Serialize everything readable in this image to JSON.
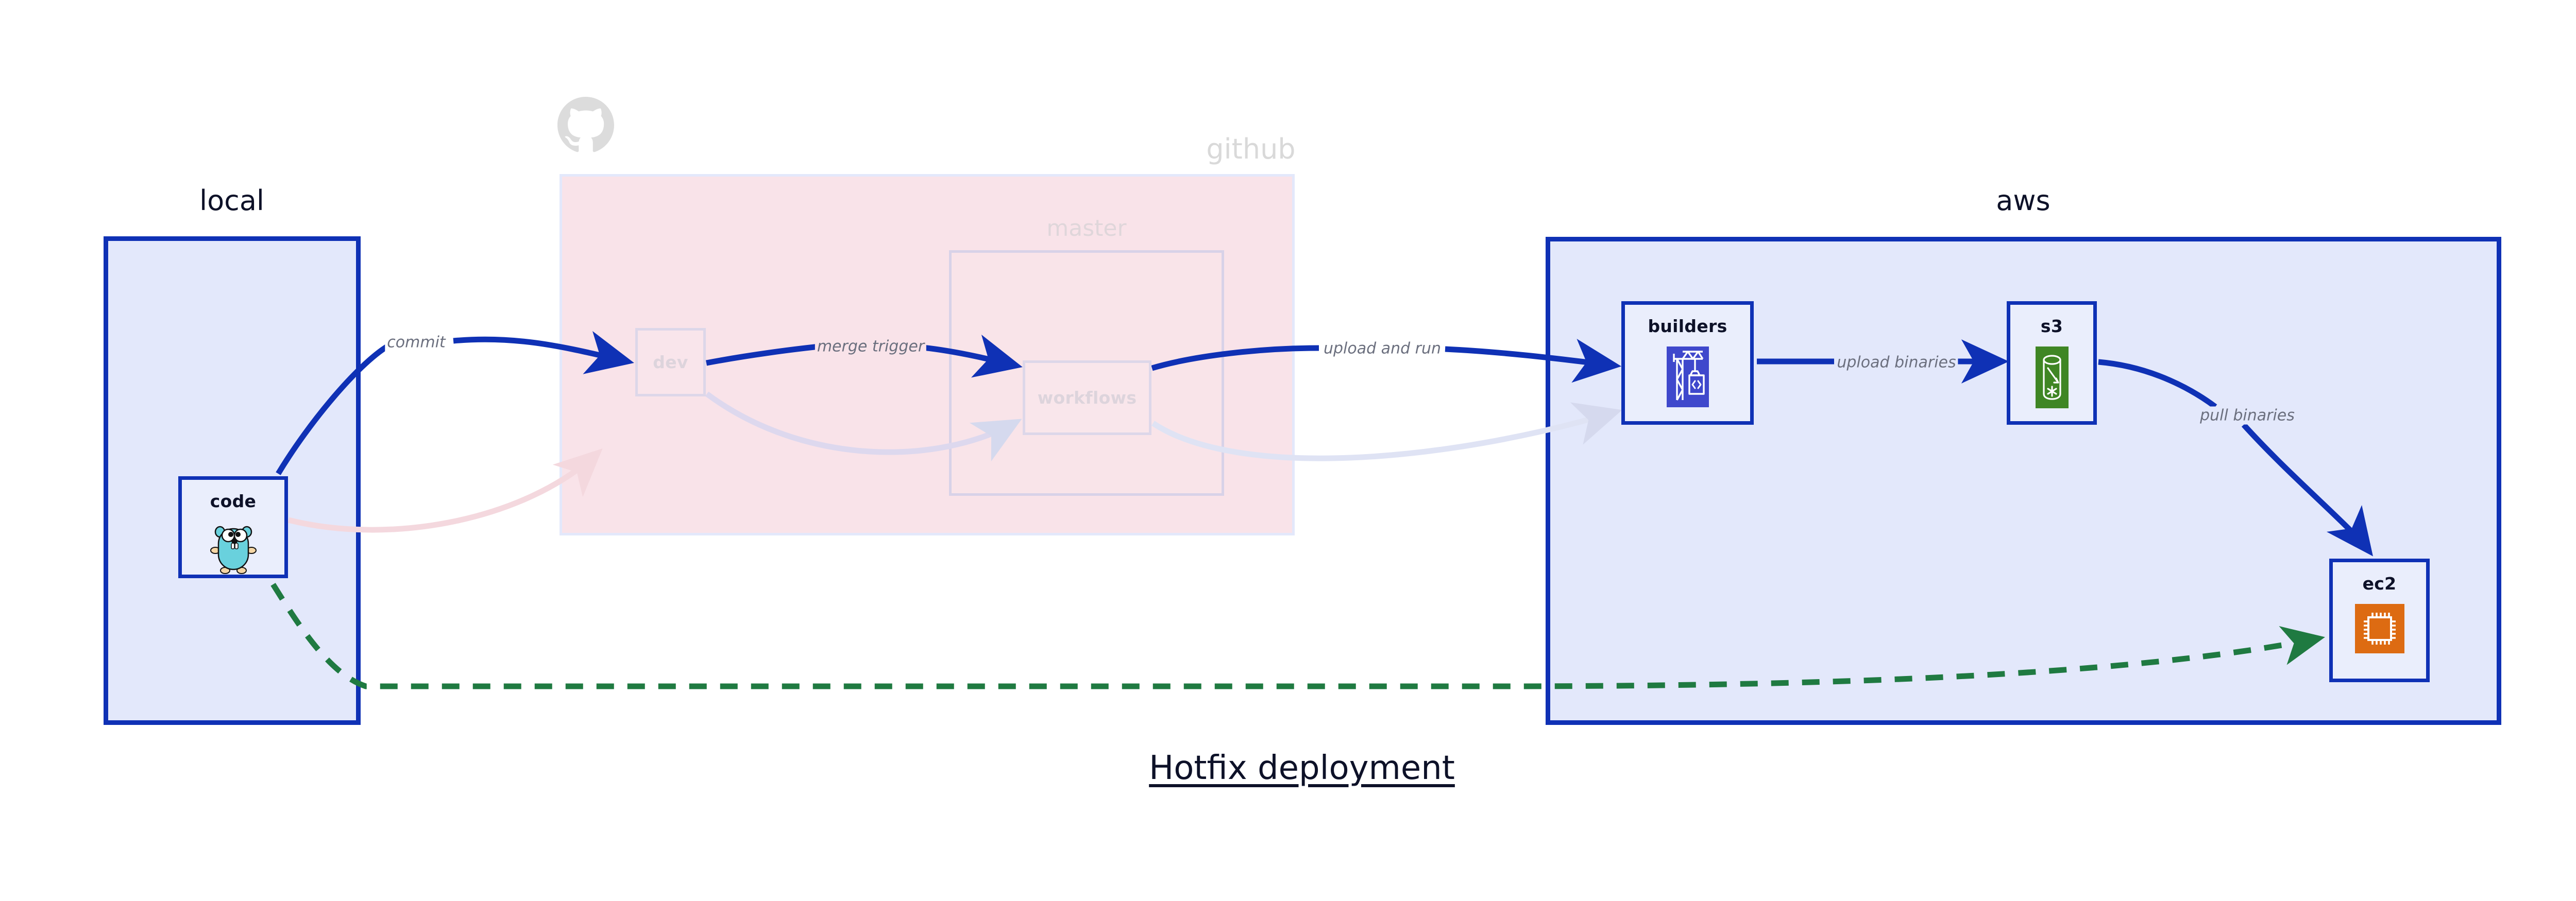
{
  "title": "Hotfix deployment",
  "groups": [
    {
      "id": "local",
      "label": "local"
    },
    {
      "id": "github",
      "label": "github"
    },
    {
      "id": "aws",
      "label": "aws"
    }
  ],
  "subgroups": [
    {
      "id": "master",
      "label": "master",
      "parent": "github"
    }
  ],
  "nodes": [
    {
      "id": "code",
      "label": "code",
      "group": "local",
      "icon": "go-gopher-icon",
      "faded": false
    },
    {
      "id": "dev",
      "label": "dev",
      "group": "github",
      "icon": "none",
      "faded": true
    },
    {
      "id": "workflows",
      "label": "workflows",
      "group": "master",
      "icon": "none",
      "faded": true
    },
    {
      "id": "builders",
      "label": "builders",
      "group": "aws",
      "icon": "aws-codebuild-icon",
      "faded": false
    },
    {
      "id": "s3",
      "label": "s3",
      "group": "aws",
      "icon": "aws-s3-icon",
      "faded": false
    },
    {
      "id": "ec2",
      "label": "ec2",
      "group": "aws",
      "icon": "aws-ec2-icon",
      "faded": false
    }
  ],
  "edges": [
    {
      "id": "commit",
      "label": "commit",
      "from": "code",
      "to": "dev",
      "style": "solid-blue",
      "faded": false
    },
    {
      "id": "merge-trigger",
      "label": "merge trigger",
      "from": "dev",
      "to": "workflows",
      "style": "solid-blue",
      "faded": false
    },
    {
      "id": "upload-and-run",
      "label": "upload and run",
      "from": "workflows",
      "to": "builders",
      "style": "solid-blue",
      "faded": false
    },
    {
      "id": "upload-binaries",
      "label": "upload binaries",
      "from": "builders",
      "to": "s3",
      "style": "solid-blue",
      "faded": false
    },
    {
      "id": "pull-binaries",
      "label": "pull binaries",
      "from": "s3",
      "to": "ec2",
      "style": "solid-blue",
      "faded": false
    },
    {
      "id": "hotfix-direct",
      "label": "",
      "from": "code",
      "to": "ec2",
      "style": "dashed-green",
      "faded": false
    },
    {
      "id": "ghost-commit",
      "label": "",
      "from": "code",
      "to": "dev",
      "style": "solid-blue",
      "faded": true
    },
    {
      "id": "ghost-merge",
      "label": "",
      "from": "dev",
      "to": "workflows",
      "style": "solid-blue",
      "faded": true
    },
    {
      "id": "ghost-upload",
      "label": "",
      "from": "workflows",
      "to": "builders",
      "style": "solid-blue",
      "faded": true
    }
  ],
  "colors": {
    "accent_blue": "#0f31b5",
    "group_fill_blue": "#e3e8fb",
    "group_fill_pink": "#f9e3e9",
    "dashed_green": "#1f7a41",
    "label_gray": "#6b6f7e",
    "text_dark": "#0d1128",
    "aws_codebuild": "#3f48cc",
    "aws_s3": "#3f8624",
    "aws_ec2": "#dd6b12",
    "gopher_teal": "#69d1dd"
  },
  "icon_names": {
    "github": "github-octocat-icon",
    "code": "go-gopher-icon",
    "builders": "aws-codebuild-crane-icon",
    "s3": "aws-s3-bucket-icon",
    "ec2": "aws-ec2-chip-icon"
  }
}
